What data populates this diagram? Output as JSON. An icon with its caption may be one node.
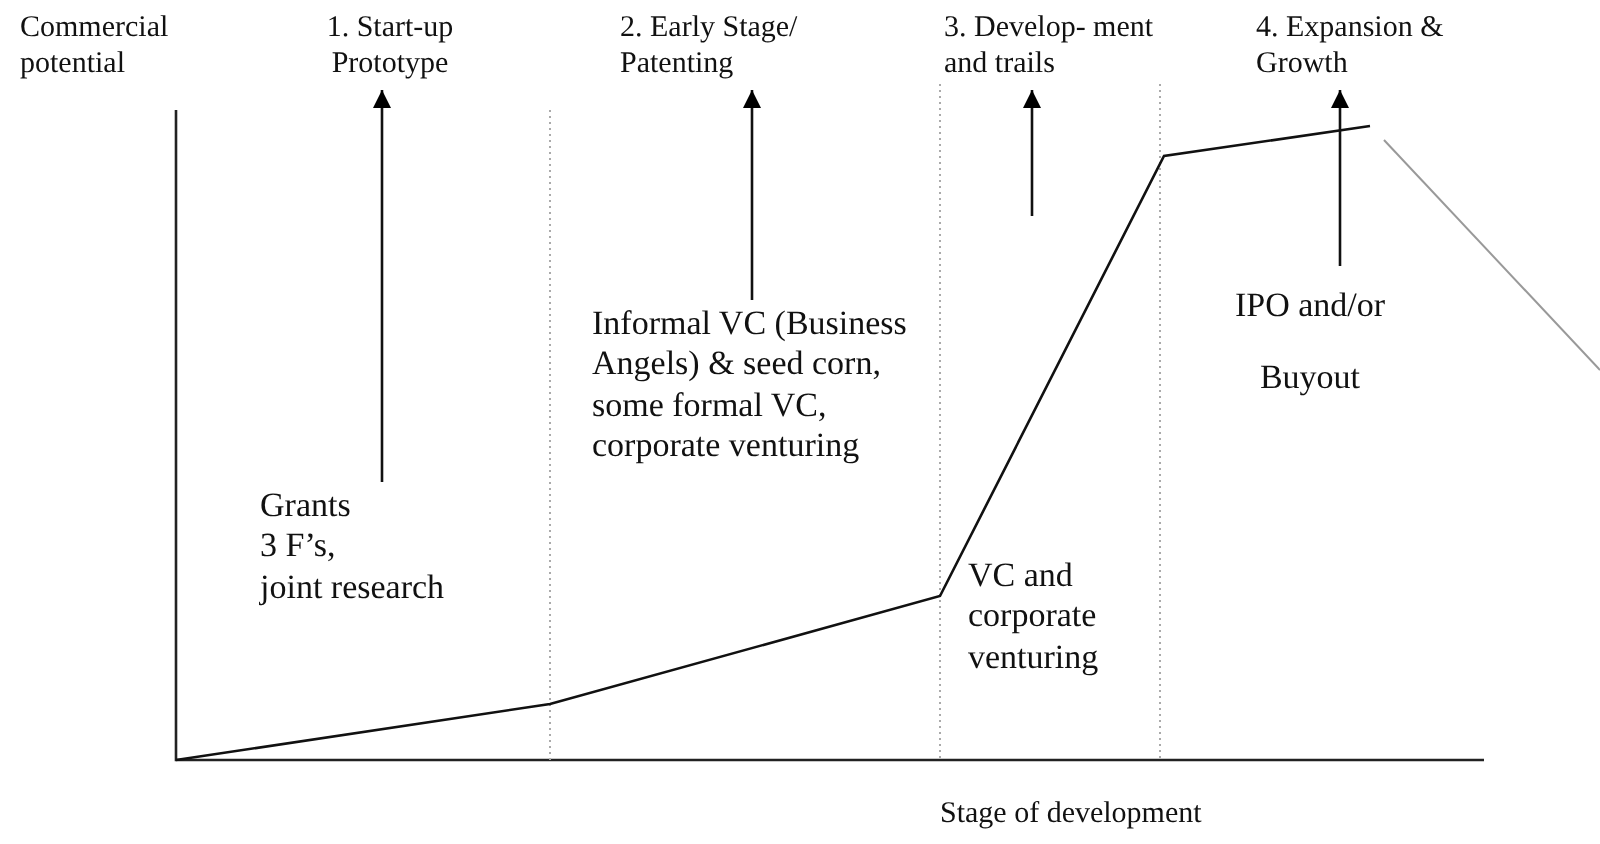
{
  "diagram": {
    "nodes": [
      {
        "text": [
          "1. Start-up Prototype"
        ]
      },
      {
        "text": [
          "2. Early Stage/ Patenting"
        ]
      },
      {
        "text": [
          "3. Develop- ment and trails"
        ]
      },
      {
        "text": [
          "4. Expansion & Growth"
        ]
      },
      {
        "text": [
          "Grants",
          "3 F’s,",
          "joint research"
        ]
      },
      {
        "text": [
          "Informal VC (Business Angels) & seed corn, some formal VC, corporate venturing"
        ]
      },
      {
        "text": [
          "VC and corporate venturing"
        ]
      },
      {
        "text": [
          "IPO and/or Buyout"
        ]
      }
    ],
    "edges": [
      {
        "from": 4,
        "to": 0,
        "arrow": "to"
      },
      {
        "from": 5,
        "to": 1,
        "arrow": "to"
      },
      {
        "from": null,
        "to": 2,
        "arrow": "to"
      },
      {
        "from": 7,
        "to": 3,
        "arrow": "to"
      }
    ],
    "labels": [
      "Commercial potential",
      "Stage of development"
    ]
  }
}
